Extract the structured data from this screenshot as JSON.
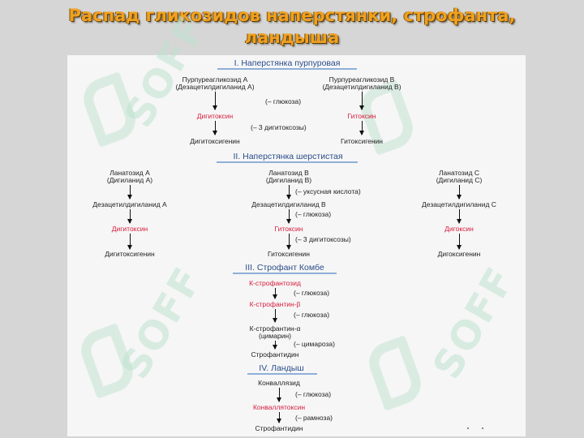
{
  "title": {
    "line1": "Распад гликозидов наперстянки, строфанта,",
    "line2": "ландыша"
  },
  "watermark": "SOFF",
  "sections": {
    "s1": "I. Наперстянка пурпуровая",
    "s2": "II. Наперстянка шерстистая",
    "s3": "III. Строфант Комбе",
    "s4": "IV. Ландыш"
  },
  "s1": {
    "a1": "Пурпуреагликозид А",
    "a2": "(Дезацетилдигиланид А)",
    "b1": "Пурпуреагликозид В",
    "b2": "(Дезацетилдигиланид В)",
    "step1": "(– глюкоза)",
    "a_mid": "Дигитоксин",
    "b_mid": "Гитоксин",
    "step2": "(– 3 дигитоксозы)",
    "a_end": "Дигитоксигенин",
    "b_end": "Гитоксигенин"
  },
  "s2": {
    "a1": "Ланатозид А",
    "a2": "(Дигиланид А)",
    "b1": "Ланатозид В",
    "b2": "(Дигиланид В)",
    "c1": "Ланатозид С",
    "c2": "(Дигиланид С)",
    "step1": "(– уксусная кислота)",
    "a_2": "Дезацетилдигиланид А",
    "b_2": "Дезацетилдигиланид В",
    "c_2": "Дезацетилдигиланид С",
    "step2": "(– глюкоза)",
    "a_3": "Дигитоксин",
    "b_3": "Гитоксин",
    "c_3": "Дигоксин",
    "step3": "(– 3 дигитоксозы)",
    "a_4": "Дигитоксигенин",
    "b_4": "Гитоксигенин",
    "c_4": "Дигоксигенин"
  },
  "s3": {
    "n1": "К-строфантозид",
    "step1": "(– глюкоза)",
    "n2": "К-строфантин-β",
    "step2": "(– глюкоза)",
    "n3a": "К-строфантин-α",
    "n3b": "(цимарин)",
    "step3": "(– цимароза)",
    "n4": "Строфантидин"
  },
  "s4": {
    "n1": "Конваллязид",
    "step1": "(– глюкоза)",
    "n2": "Конваллятоксин",
    "step2": "(– рамноза)",
    "n3": "Строфантидин"
  },
  "colors": {
    "title": "#f0a020",
    "highlight": "#d81c3c",
    "section": "#2a4d8a",
    "background": "#d6d6d6"
  }
}
